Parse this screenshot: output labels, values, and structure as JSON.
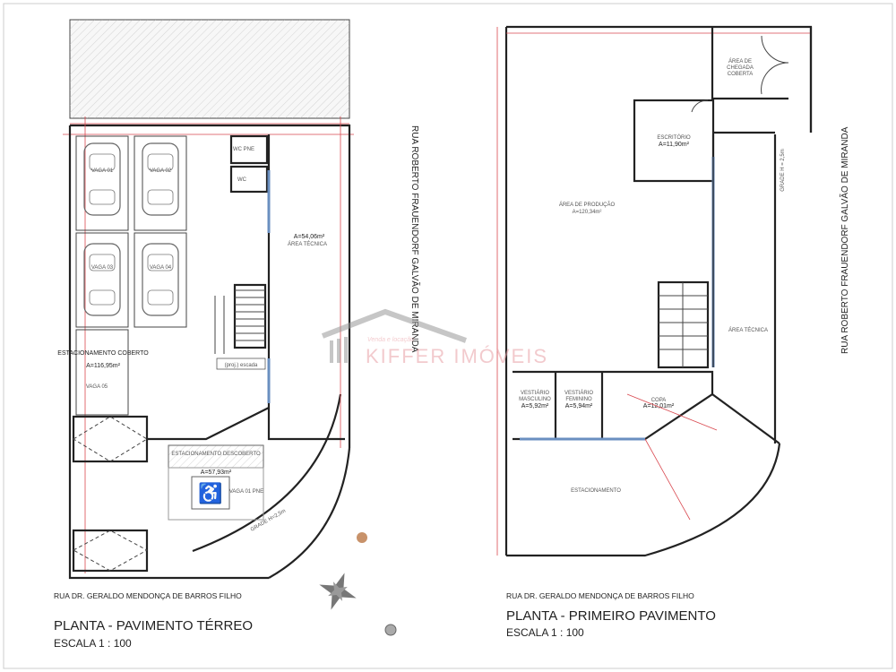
{
  "watermark": {
    "brand": "KIFFER IMÓVEIS",
    "tagline": "Venda e locação"
  },
  "ground_floor": {
    "title": "PLANTA - PAVIMENTO TÉRREO",
    "scale": "ESCALA 1 : 100",
    "street_bottom": "RUA DR. GERALDO MENDONÇA DE BARROS FILHO",
    "street_side": "RUA ROBERTO FRAUENDORF GALVÃO DE MIRANDA",
    "spaces": [
      "VAGA 01",
      "VAGA 02",
      "VAGA 03",
      "VAGA 04"
    ],
    "covered_parking": {
      "name": "ESTACIONAMENTO COBERTO",
      "area": "A=116,95m²",
      "space": "VAGA 05"
    },
    "technical_area": {
      "name": "ÁREA TÉCNICA",
      "area": "A=54,06m²"
    },
    "stair_projection": "(proj.) escada",
    "open_parking": {
      "name": "ESTACIONAMENTO DESCOBERTO",
      "area": "A=57,93m²",
      "space": "VAGA 01 PNE"
    },
    "fence": "GRADE H=2,5m",
    "wc_labels": [
      "WC PNE",
      "WC"
    ]
  },
  "first_floor": {
    "title": "PLANTA - PRIMEIRO PAVIMENTO",
    "scale": "ESCALA 1 : 100",
    "street_bottom": "RUA DR. GERALDO MENDONÇA DE BARROS FILHO",
    "street_side": "RUA ROBERTO FRAUENDORF GALVÃO DE MIRANDA",
    "arrival": {
      "line1": "ÁREA DE",
      "line2": "CHEGADA",
      "line3": "COBERTA"
    },
    "office": {
      "name": "ESCRITÓRIO",
      "area": "A=11,90m²"
    },
    "production": {
      "name": "ÁREA DE PRODUÇÃO",
      "area": "A=120,34m²"
    },
    "technical_area": {
      "name": "ÁREA TÉCNICA"
    },
    "locker_m": {
      "line1": "VESTIÁRIO",
      "line2": "MASCULINO",
      "area": "A=5,92m²"
    },
    "locker_f": {
      "line1": "VESTIÁRIO",
      "line2": "FEMININO",
      "area": "A=5,94m²"
    },
    "kitchen": {
      "name": "COPA",
      "area": "A=12,01m²"
    },
    "parking": "ESTACIONAMENTO",
    "fence": "GRADE H = 2,5m"
  },
  "colors": {
    "walls": "#222222",
    "dimensions": "#d9484f",
    "glass": "#6a8fc0",
    "watermark": "#e9a0a6"
  }
}
